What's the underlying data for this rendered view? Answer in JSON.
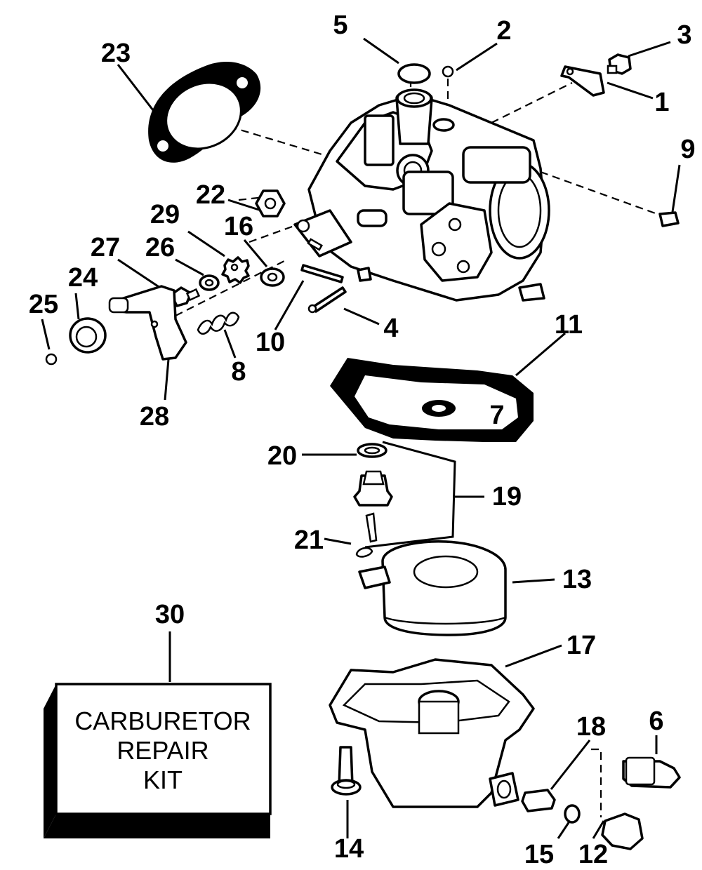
{
  "callouts": {
    "c1": "1",
    "c2": "2",
    "c3": "3",
    "c4": "4",
    "c5": "5",
    "c6": "6",
    "c7": "7",
    "c8": "8",
    "c9": "9",
    "c10": "10",
    "c11": "11",
    "c12": "12",
    "c13": "13",
    "c14": "14",
    "c15": "15",
    "c16": "16",
    "c17": "17",
    "c18": "18",
    "c19": "19",
    "c20": "20",
    "c21": "21",
    "c22": "22",
    "c23": "23",
    "c24": "24",
    "c25": "25",
    "c26": "26",
    "c27": "27",
    "c28": "28",
    "c29": "29",
    "c30": "30"
  },
  "kit": {
    "line1": "CARBURETOR",
    "line2": "REPAIR",
    "line3": "KIT"
  }
}
